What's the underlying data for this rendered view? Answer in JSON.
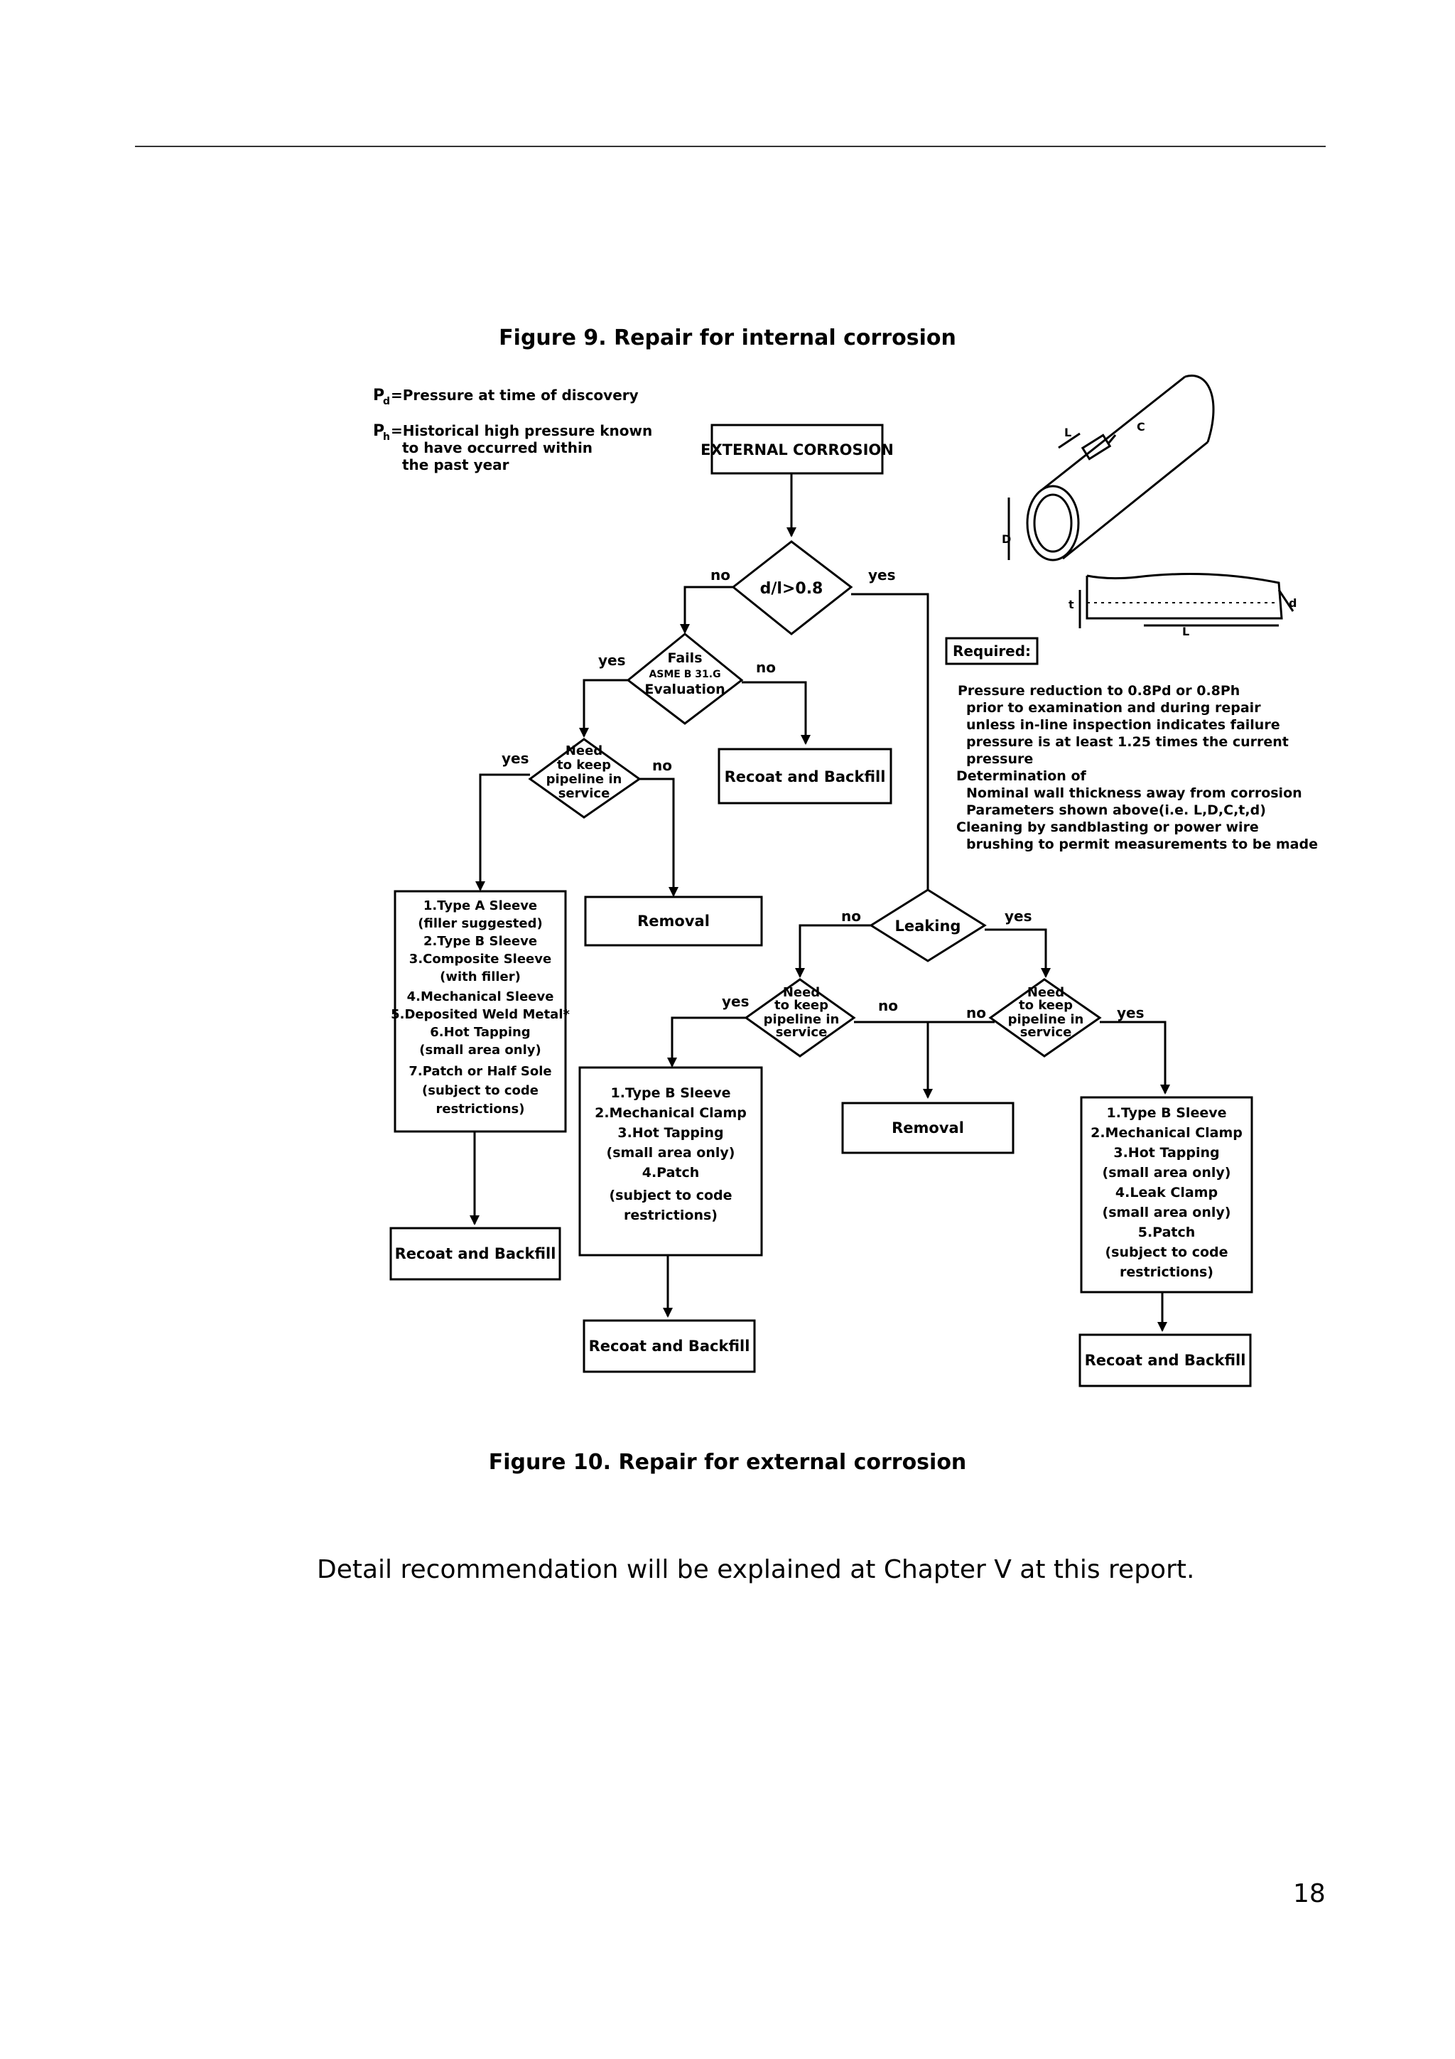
{
  "figure9_caption": "Figure 9. Repair for internal corrosion",
  "figure10_caption": "Figure 10. Repair for external corrosion",
  "body_text": "Detail recommendation will be explained at Chapter V at this report.",
  "page_number": "18",
  "flowchart": {
    "legend_pd": "=Pressure at time of discovery",
    "legend_ph_lines": [
      "=Historical high pressure known",
      "to have occurred within",
      "the past year"
    ],
    "start": "EXTERNAL CORROSION",
    "decision_ratio": "d/l>0.8",
    "decision_fails_lines": [
      "Fails",
      "ASME B 31.G",
      "Evaluation"
    ],
    "decision_keep_lines": [
      "Need",
      "to keep",
      "pipeline in",
      "service"
    ],
    "decision_leaking": "Leaking",
    "yes": "yes",
    "no": "no",
    "recoat_backfill": "Recoat and Backfill",
    "removal": "Removal",
    "required_title": "Required:",
    "required_lines": [
      "Pressure reduction to 0.8Pd or 0.8Ph",
      "prior to examination and during repair",
      "unless in-line inspection indicates failure",
      "pressure is at least 1.25 times the current",
      "pressure",
      "Determination of",
      "Nominal wall thickness away from corrosion",
      "Parameters shown above(i.e. L,D,C,t,d)",
      "Cleaning by sandblasting or power wire",
      "brushing to permit measurements to be made"
    ],
    "repair_left_lines": [
      "1.Type A Sleeve",
      "(filler suggested)",
      "2.Type B Sleeve",
      "3.Composite Sleeve",
      "(with filler)",
      "4.Mechanical Sleeve",
      "5.Deposited Weld Metal*",
      "6.Hot Tapping",
      "(small area only)",
      "7.Patch or Half Sole",
      "(subject to code",
      "restrictions)"
    ],
    "repair_mid_lines": [
      "1.Type B Sleeve",
      "2.Mechanical Clamp",
      "3.Hot Tapping",
      "(small area only)",
      "4.Patch",
      "(subject to code",
      "restrictions)"
    ],
    "repair_right_lines": [
      "1.Type B Sleeve",
      "2.Mechanical Clamp",
      "3.Hot Tapping",
      "(small area only)",
      "4.Leak Clamp",
      "(small area only)",
      "5.Patch",
      "(subject to code",
      "restrictions)"
    ],
    "pipe_labels": {
      "L": "L",
      "C": "C",
      "D": "D",
      "t": "t",
      "d": "d"
    }
  }
}
